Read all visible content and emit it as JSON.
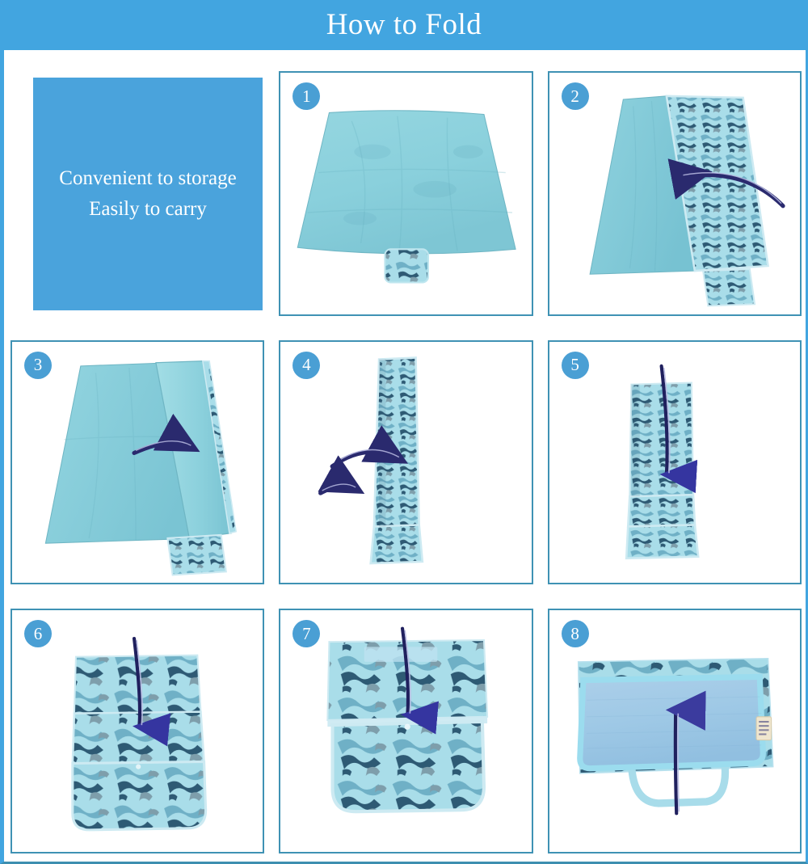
{
  "header": {
    "title": "How to Fold"
  },
  "colors": {
    "header_blue": "#42a5e0",
    "promo_blue": "#4aa3dc",
    "panel_border": "#3f92b4",
    "badge_blue": "#4a9fd4",
    "mat_light_blue": "#8ed3de",
    "mat_light_blue_shade": "#7cc6d4",
    "camo_base": "#a9dde9",
    "camo_mid": "#6fb0c6",
    "camo_dark": "#2e5a74",
    "camo_grey": "#7e9eab",
    "trim_light": "#c6e9f2",
    "arrow_navy": "#2a2a6e",
    "arrow_highlight": "#c9cbe8",
    "bag_front": "#9fcbe8",
    "label_cream": "#efe6cf"
  },
  "promo": {
    "line1": "Convenient to storage",
    "line2": "Easily to carry"
  },
  "steps": [
    {
      "number": "1",
      "name": "step-1-unfolded-mat",
      "description": "Picnic mat laid out flat, light blue top side facing up, small camouflage flap at the bottom center",
      "arrows": []
    },
    {
      "number": "2",
      "name": "step-2-fold-long-side-over",
      "description": "Mat folded lengthwise in half revealing the camouflage underside on the right half",
      "arrows": [
        {
          "direction": "left",
          "style": "curved",
          "label": "fold-right-half-to-left"
        }
      ]
    },
    {
      "number": "3",
      "name": "step-3-fold-other-side-over",
      "description": "Light blue side folded over into a narrower rectangle with camouflage strip and flap visible at the right edge",
      "arrows": [
        {
          "direction": "right",
          "style": "curved",
          "label": "fold-left-half-to-right"
        }
      ]
    },
    {
      "number": "4",
      "name": "step-4-narrow-camo-strip",
      "description": "Mat now a tall narrow camouflage strip standing vertically",
      "arrows": [
        {
          "direction": "right",
          "style": "curved",
          "label": "fold-edge-inward-upper"
        },
        {
          "direction": "right",
          "style": "curved",
          "label": "fold-edge-inward-lower"
        }
      ]
    },
    {
      "number": "5",
      "name": "step-5-fold-strip-downward",
      "description": "Narrow camouflage strip with two horizontal fold creases near the bottom",
      "arrows": [
        {
          "direction": "down",
          "style": "straight",
          "label": "fold-top-down"
        }
      ]
    },
    {
      "number": "6",
      "name": "step-6-fold-into-pouch",
      "description": "Camouflage fabric folded into a tall rectangular pouch with a flap at the bottom",
      "arrows": [
        {
          "direction": "down",
          "style": "straight",
          "label": "fold-top-section-down"
        }
      ]
    },
    {
      "number": "7",
      "name": "step-7-fold-flap-over",
      "description": "Wider camouflage pouch with the top block folded down over the bottom flap",
      "arrows": [
        {
          "direction": "down",
          "style": "straight",
          "label": "fold-flap-down"
        }
      ]
    },
    {
      "number": "8",
      "name": "step-8-finished-carry-bag",
      "description": "Finished folded carry bag with light blue front panel, piped trim, carry handle and a small cream product label on the right edge",
      "arrows": [
        {
          "direction": "up",
          "style": "straight",
          "label": "lift-by-handle"
        }
      ],
      "parts": {
        "handle": "carry-handle",
        "label": "product-label",
        "front_panel": "front-panel"
      }
    }
  ]
}
